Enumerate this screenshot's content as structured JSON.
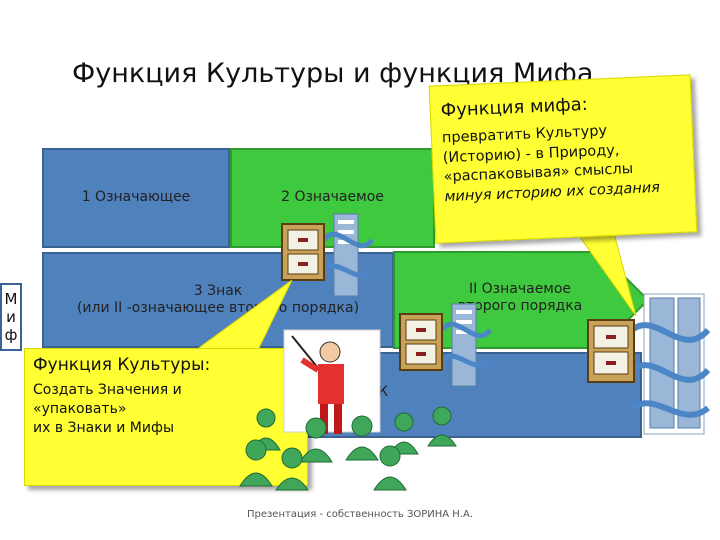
{
  "title": "Функция Культуры и функция Мифа",
  "diagram": {
    "signifier_1": "1 Означающее",
    "signified_2": "2 Означаемое",
    "sign_3_line1": "3 Знак",
    "sign_3_line2": "(или II -означающее второго порядка)",
    "signified_second_line1": "II Означаемое",
    "signified_second_line2": "второго порядка",
    "sign_second": "ЗНАК",
    "myth_label": [
      "М",
      "и",
      "ф"
    ]
  },
  "myth_callout": {
    "heading": "Функция мифа:",
    "line1": "превратить Культуру",
    "line2": "(Историю) - в Природу,",
    "line3": "«распаковывая» смыслы",
    "line4": "минуя историю их создания"
  },
  "culture_callout": {
    "heading": "Функция Культуры:",
    "line1": "Создать Значения и",
    "line2": "«упаковать»",
    "line3": " их в Знаки и Мифы"
  },
  "footer": "Презентация - собственность ЗОРИНА Н.А.",
  "colors": {
    "blue": "#4f81bd",
    "green": "#3ec93e",
    "callout": "#ffff33"
  },
  "icons": [
    "filing-cabinet-network-icon",
    "presenter-audience-icon"
  ]
}
